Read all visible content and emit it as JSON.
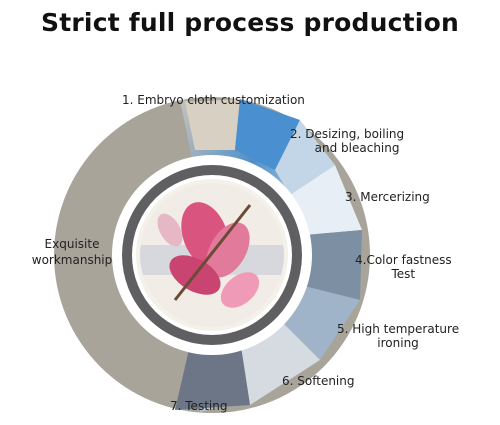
{
  "title": "Strict full process production",
  "center_label": "Exquisite workmanship",
  "steps": [
    {
      "line1": "1. Embryo cloth customization",
      "line2": ""
    },
    {
      "line1": "2. Desizing, boiling",
      "line2": "and bleaching"
    },
    {
      "line1": "3. Mercerizing",
      "line2": ""
    },
    {
      "line1": "4.Color fastness",
      "line2": "Test"
    },
    {
      "line1": "5. High temperature",
      "line2": "ironing"
    },
    {
      "line1": "6. Softening",
      "line2": ""
    },
    {
      "line1": "7. Testing",
      "line2": ""
    }
  ],
  "colors": {
    "outer_ring": "#a8a49a",
    "inner_ring": "#5f5f62",
    "center_fill": "#f4f0ea",
    "photo_tones": [
      "#c7c2ba",
      "#4f90c9",
      "#b9c9dc",
      "#7fa8c9",
      "#8a7f73",
      "#c9d4e2",
      "#a6b4c6"
    ],
    "flower_pink": "#d9557f"
  }
}
